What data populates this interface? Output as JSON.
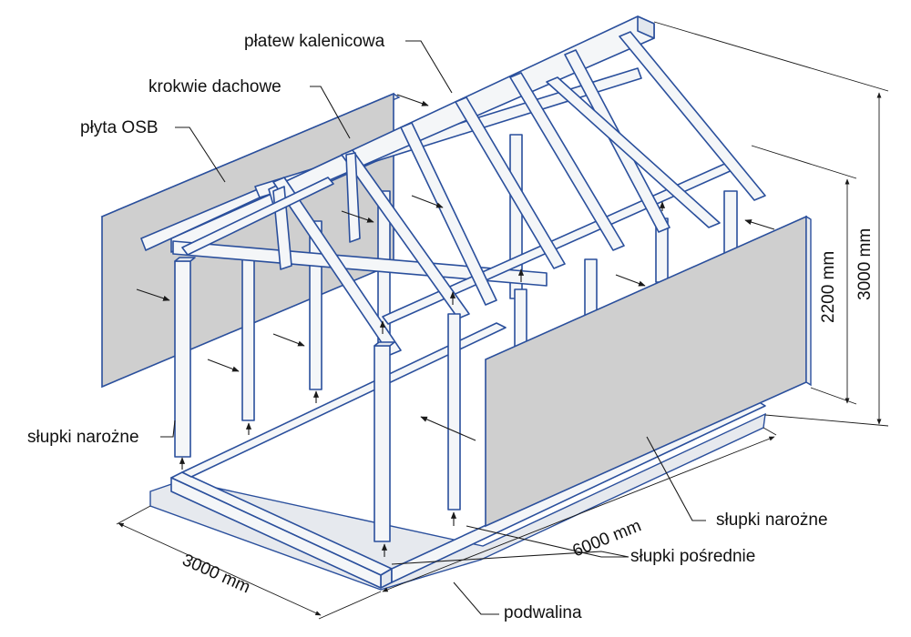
{
  "labels": {
    "platew": "płatew kalenicowa",
    "krokwie": "krokwie dachowe",
    "plyta": "płyta OSB",
    "slupki_narozne_left": "słupki narożne",
    "slupki_narozne_right": "słupki narożne",
    "slupki_posrednie": "słupki pośrednie",
    "podwalina": "podwalina"
  },
  "dimensions": {
    "width": "3000 mm",
    "length": "6000 mm",
    "wall_height": "2200 mm",
    "total_height": "3000 mm"
  },
  "colors": {
    "frame_stroke": "#2a4f9c",
    "osb_fill": "#cfcfcf"
  }
}
